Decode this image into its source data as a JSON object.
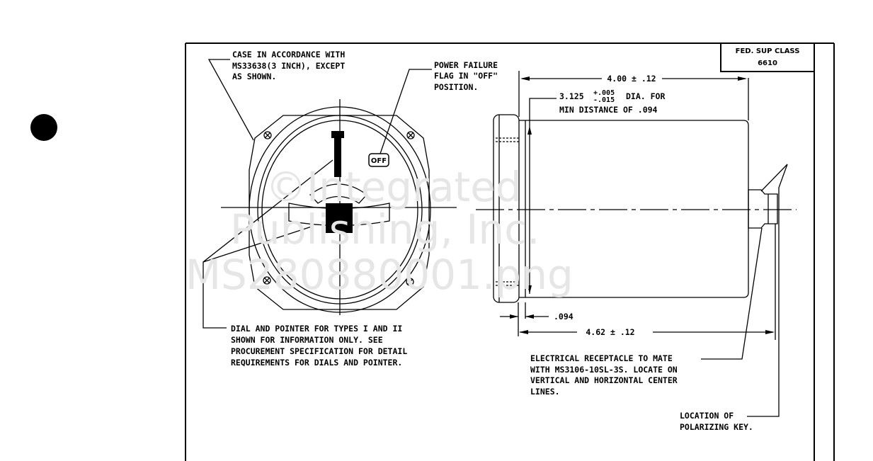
{
  "bullet_color": "#000000",
  "title_block": {
    "label": "FED. SUP CLASS",
    "value": "6610"
  },
  "front_view": {
    "case_note": [
      "CASE IN ACCORDANCE WITH",
      "MS33638(3 INCH), EXCEPT",
      "AS SHOWN."
    ],
    "flag_note": [
      "POWER FAILURE",
      "FLAG IN \"OFF\"",
      "POSITION."
    ],
    "flag_label": "OFF",
    "dial_note": [
      "DIAL AND POINTER FOR TYPES I AND II",
      "SHOWN FOR INFORMATION ONLY.  SEE",
      "PROCUREMENT SPECIFICATION FOR DETAIL",
      "REQUIREMENTS FOR DIALS AND POINTER."
    ]
  },
  "side_view": {
    "dim_length": "4.00 ± .12",
    "dia_value": "3.125",
    "dia_tol_plus": "+.005",
    "dia_tol_minus": "-.015",
    "dia_suffix": "DIA. FOR",
    "dia_note2": "MIN DISTANCE OF .094",
    "dim_flange": ".094",
    "dim_overall": "4.62 ± .12",
    "receptacle_note": [
      "ELECTRICAL RECEPTACLE TO MATE",
      "WITH MS3106-10SL-3S. LOCATE ON",
      "VERTICAL AND HORIZONTAL CENTER",
      "LINES."
    ],
    "key_note": [
      "LOCATION OF",
      "POLARIZING KEY."
    ]
  },
  "watermark": [
    "©Integrated",
    "Publishing, Inc.",
    "MS280880001.png"
  ]
}
